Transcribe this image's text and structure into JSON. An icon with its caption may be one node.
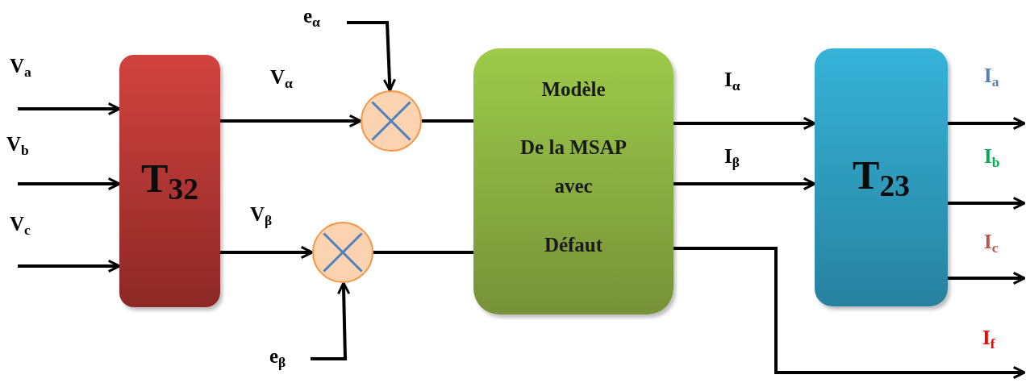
{
  "diagram": {
    "nodes": [
      {
        "text": [
          "T$_{32}$"
        ]
      },
      {
        "text": [],
        "shape": "circle"
      },
      {
        "text": [],
        "shape": "circle"
      },
      {
        "text": [
          "Modèle",
          "De la MSAP avec",
          "Défaut"
        ]
      },
      {
        "text": [
          "T$_{23}$"
        ]
      }
    ],
    "edges": [
      {
        "from": null,
        "to": 0,
        "arrow": "to",
        "label": "V$_{a}$"
      },
      {
        "from": null,
        "to": 0,
        "arrow": "to",
        "label": "V$_{b}$"
      },
      {
        "from": null,
        "to": 0,
        "arrow": "to",
        "label": "V$_{c}$"
      },
      {
        "from": 0,
        "to": 1,
        "arrow": "to",
        "label": "V$_{α}$"
      },
      {
        "from": 0,
        "to": 2,
        "arrow": "to",
        "label": "V$_{β}$"
      },
      {
        "from": null,
        "to": 1,
        "arrow": "to",
        "label": "e$_{α}$"
      },
      {
        "from": null,
        "to": 2,
        "arrow": "to",
        "label": "e$_{β}$"
      },
      {
        "from": 1,
        "to": 3,
        "arrow": "none"
      },
      {
        "from": 2,
        "to": 3,
        "arrow": "none"
      },
      {
        "from": 3,
        "to": 4,
        "arrow": "to",
        "label": "I$_{α}$"
      },
      {
        "from": 3,
        "to": 4,
        "arrow": "to",
        "label": "I$_{β}$"
      },
      {
        "from": 4,
        "to": null,
        "arrow": "to",
        "label": "I$_{a}$"
      },
      {
        "from": 4,
        "to": null,
        "arrow": "to",
        "label": "I$_{b}$"
      },
      {
        "from": 4,
        "to": null,
        "arrow": "to",
        "label": "I$_{c}$"
      },
      {
        "from": 3,
        "to": null,
        "arrow": "to",
        "label": "I$_{f}$"
      }
    ]
  }
}
